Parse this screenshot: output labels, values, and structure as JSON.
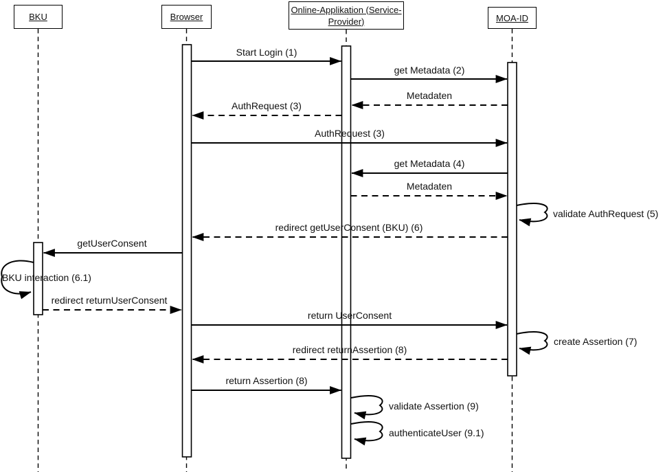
{
  "diagram_type": "uml-sequence-diagram",
  "colors": {
    "line": "#000000",
    "background": "#ffffff",
    "text": "#111111"
  },
  "actors": [
    {
      "label": "BKU"
    },
    {
      "label": "Browser"
    },
    {
      "label": "Online-Applikation (Service-Provider)"
    },
    {
      "label": "MOA-ID"
    }
  ],
  "messages": [
    {
      "label": "Start Login (1)",
      "from": "Browser",
      "to": "Online-Applikation (Service-Provider)",
      "style": "solid"
    },
    {
      "label": "get Metadata (2)",
      "from": "Online-Applikation (Service-Provider)",
      "to": "MOA-ID",
      "style": "solid"
    },
    {
      "label": "Metadaten",
      "from": "MOA-ID",
      "to": "Online-Applikation (Service-Provider)",
      "style": "dashed"
    },
    {
      "label": "AuthRequest (3)",
      "from": "Online-Applikation (Service-Provider)",
      "to": "Browser",
      "style": "dashed"
    },
    {
      "label": "AuthRequest (3)",
      "from": "Browser",
      "to": "MOA-ID",
      "style": "solid"
    },
    {
      "label": "get Metadata (4)",
      "from": "MOA-ID",
      "to": "Online-Applikation (Service-Provider)",
      "style": "solid"
    },
    {
      "label": "Metadaten",
      "from": "Online-Applikation (Service-Provider)",
      "to": "MOA-ID",
      "style": "dashed"
    },
    {
      "label": "validate AuthRequest (5)",
      "from": "MOA-ID",
      "to": "MOA-ID",
      "style": "self"
    },
    {
      "label": "redirect getUserConsent (BKU) (6)",
      "from": "MOA-ID",
      "to": "Browser",
      "style": "dashed"
    },
    {
      "label": "getUserConsent",
      "from": "Browser",
      "to": "BKU",
      "style": "solid"
    },
    {
      "label": "BKU interaction (6.1)",
      "from": "BKU",
      "to": "BKU",
      "style": "self"
    },
    {
      "label": "redirect returnUserConsent",
      "from": "BKU",
      "to": "Browser",
      "style": "dashed"
    },
    {
      "label": "return UserConsent",
      "from": "Browser",
      "to": "MOA-ID",
      "style": "solid"
    },
    {
      "label": "create Assertion (7)",
      "from": "MOA-ID",
      "to": "MOA-ID",
      "style": "self"
    },
    {
      "label": "redirect returnAssertion (8)",
      "from": "MOA-ID",
      "to": "Browser",
      "style": "dashed"
    },
    {
      "label": "return Assertion (8)",
      "from": "Browser",
      "to": "Online-Applikation (Service-Provider)",
      "style": "solid"
    },
    {
      "label": "validate Assertion (9)",
      "from": "Online-Applikation (Service-Provider)",
      "to": "Online-Applikation (Service-Provider)",
      "style": "self"
    },
    {
      "label": "authenticateUser (9.1)",
      "from": "Online-Applikation (Service-Provider)",
      "to": "Online-Applikation (Service-Provider)",
      "style": "self"
    }
  ]
}
